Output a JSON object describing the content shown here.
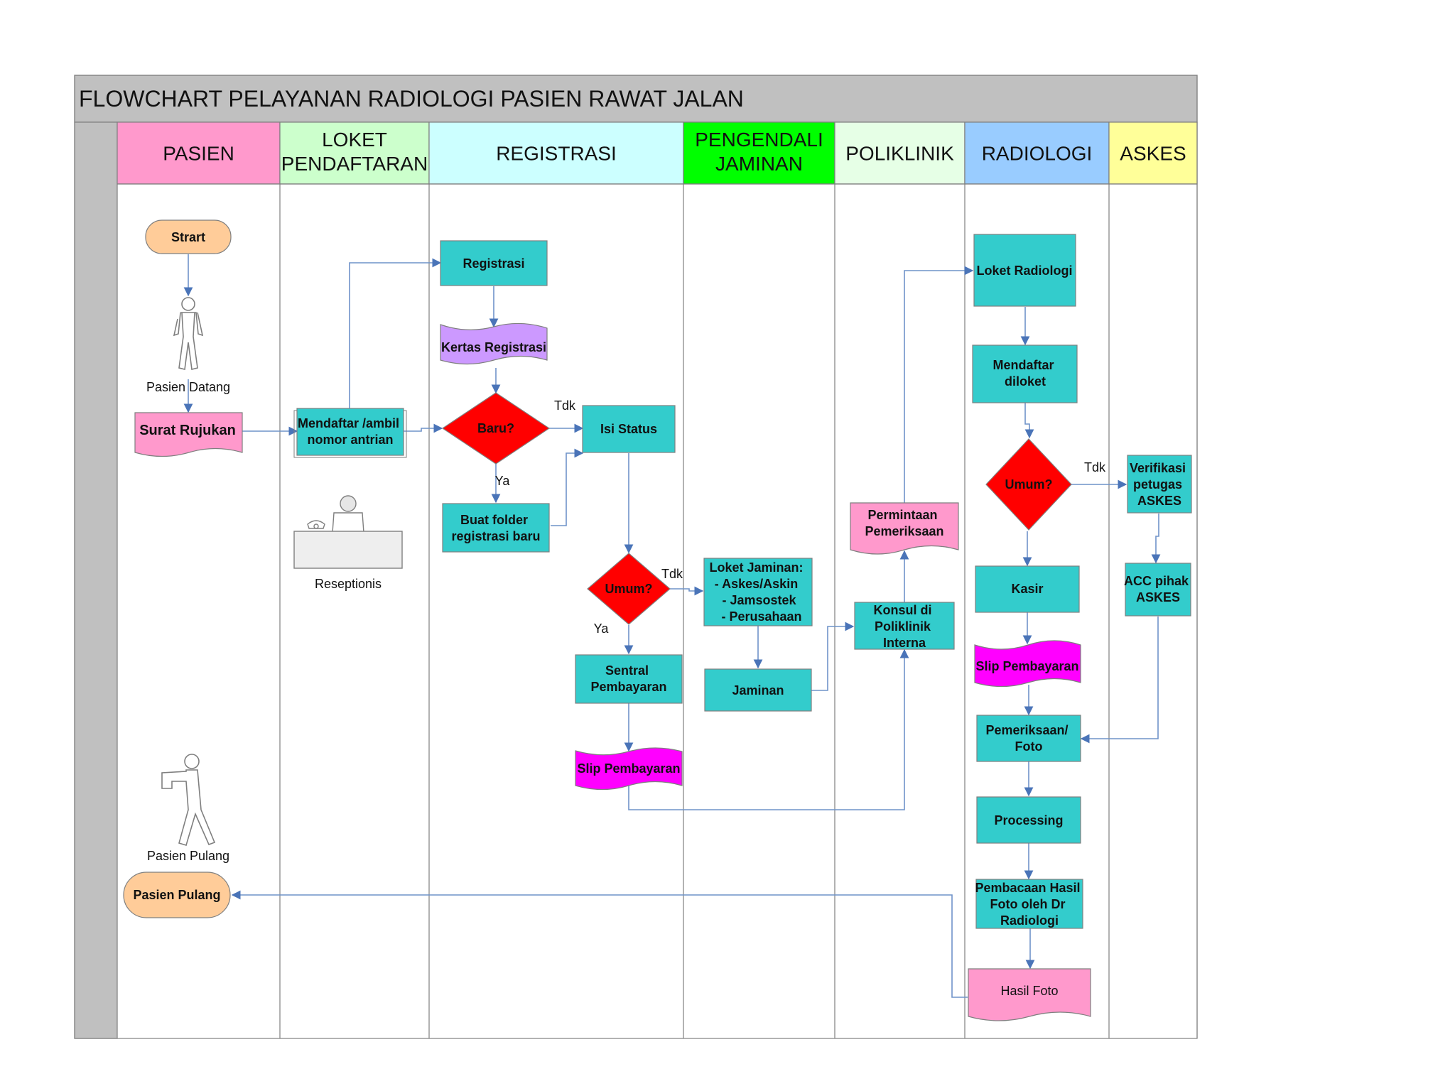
{
  "title": "FLOWCHART PELAYANAN RADIOLOGI  PASIEN RAWAT JALAN",
  "colors": {
    "process": "#33cccc",
    "decision": "#ff0000",
    "document_purple": "#cc99ff",
    "document_magenta": "#ff00ff",
    "document_pink": "#ff99cc",
    "terminator": "#ffcc99",
    "edge": "#6f93c9",
    "header_bar": "#c0c0c0"
  },
  "lanes": [
    {
      "id": "pasien",
      "label": "PASIEN",
      "color": "#ff99cc"
    },
    {
      "id": "loket",
      "label": "LOKET PENDAFTARAN",
      "color": "#ccffcc"
    },
    {
      "id": "registrasi",
      "label": "REGISTRASI",
      "color": "#ccffff"
    },
    {
      "id": "pengendali",
      "label": "PENGENDALI JAMINAN",
      "color": "#00ff00"
    },
    {
      "id": "poliklinik",
      "label": "POLIKLINIK",
      "color": "#e6ffe6"
    },
    {
      "id": "radiologi",
      "label": "RADIOLOGI",
      "color": "#99ccff"
    },
    {
      "id": "askes",
      "label": "ASKES",
      "color": "#ffff99"
    }
  ],
  "nodes": {
    "start": "Strart",
    "pasien_datang": "Pasien Datang",
    "surat_rujukan": "Surat Rujukan",
    "mendaftar_ambil": "Mendaftar /ambil nomor  antrian",
    "reseptionis": "Reseptionis",
    "registrasi": "Registrasi",
    "kertas_registrasi": "Kertas Registrasi",
    "baru": "Baru?",
    "isi_status": "Isi Status",
    "buat_folder": "Buat folder registrasi baru",
    "umum_reg": "Umum?",
    "sentral_pembayaran": "Sentral Pembayaran",
    "slip_pembayaran_reg": "Slip Pembayaran",
    "loket_jaminan": "Loket Jaminan:\n- Askes/Askin\n- Jamsostek\n- Perusahaan",
    "jaminan": "Jaminan",
    "permintaan_pemeriksaan": "Permintaan Pemeriksaan",
    "konsul_poliklinik": "Konsul di Poliklinik Interna",
    "loket_radiologi": "Loket Radiologi",
    "mendaftar_diloket": "Mendaftar diloket",
    "umum_rad": "Umum?",
    "kasir": "Kasir",
    "slip_pembayaran_rad": "Slip Pembayaran",
    "pemeriksaan_foto": "Pemeriksaan/ Foto",
    "processing": "Processing",
    "pembacaan_hasil": "Pembacaan Hasil Foto oleh Dr Radiologi",
    "hasil_foto": "Hasil Foto",
    "verifikasi_askes": "Verifikasi petugas ASKES",
    "acc_askes": "ACC pihak ASKES",
    "pasien_pulang_label": "Pasien Pulang",
    "pasien_pulang": "Pasien Pulang"
  },
  "edge_labels": {
    "baru_tdk": "Tdk",
    "baru_ya": "Ya",
    "umum_reg_tdk": "Tdk",
    "umum_reg_ya": "Ya",
    "umum_rad_tdk": "Tdk"
  },
  "icons": {
    "person_standing": "person-standing-icon",
    "receptionist": "receptionist-desk-icon",
    "person_walking": "person-walking-icon"
  }
}
